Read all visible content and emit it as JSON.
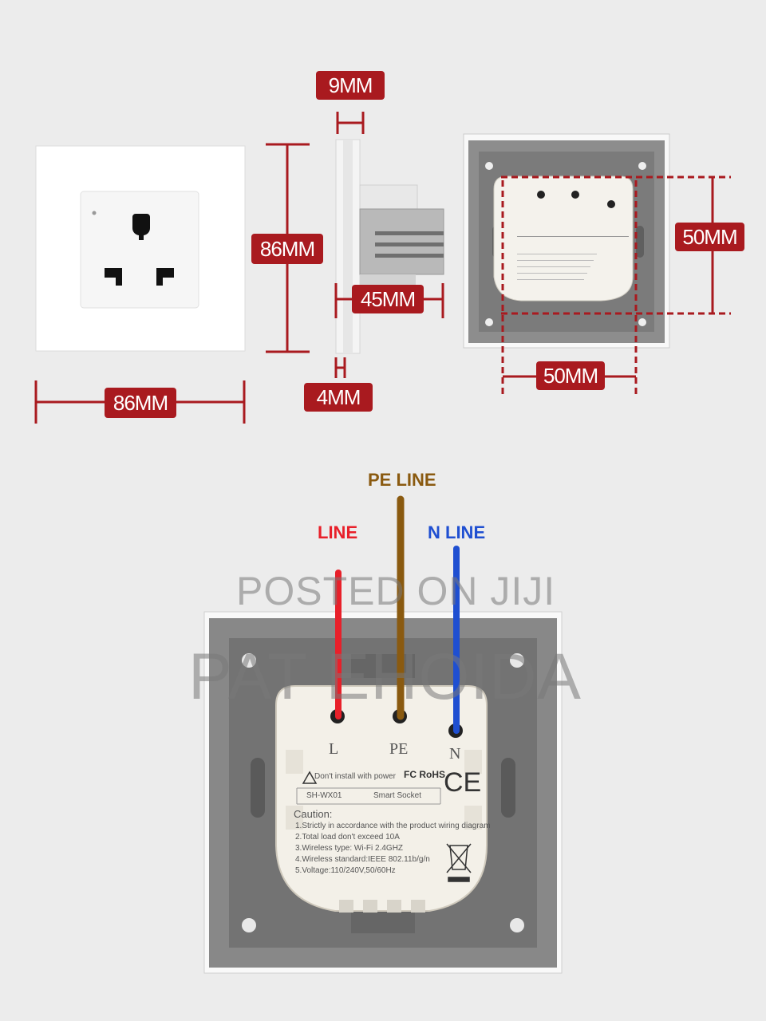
{
  "dimensions": {
    "front_width": "86MM",
    "front_height": "86MM",
    "depth_top": "9MM",
    "depth_body": "45MM",
    "depth_bottom": "4MM",
    "back_height": "50MM",
    "back_width": "50MM"
  },
  "wires": {
    "line": {
      "label": "LINE",
      "color": "#e8202a"
    },
    "pe": {
      "label": "PE LINE",
      "color": "#8a5a10"
    },
    "n": {
      "label": "N LINE",
      "color": "#1f4fd1"
    }
  },
  "terminals": {
    "l": "L",
    "pe": "PE",
    "n": "N"
  },
  "module_label": {
    "warning": "Don't install with power",
    "certs": "FC RoHS",
    "ce": "CE",
    "model": "SH-WX01",
    "product": "Smart Socket",
    "caution_title": "Caution:",
    "lines": [
      "1.Strictly in accordance with the product wiring diagram",
      "2.Total load don't exceed 10A",
      "3.Wireless type: Wi-Fi  2.4GHZ",
      "4.Wireless standard:IEEE 802.11b/g/n",
      "5.Voltage:110/240V,50/60Hz"
    ]
  },
  "watermark": {
    "line1": "POSTED ON JIJI",
    "line2": "PAT EHOIDA"
  },
  "colors": {
    "dimension": "#a91a1f",
    "background": "#ececec",
    "frame": "#6e6e6e"
  }
}
